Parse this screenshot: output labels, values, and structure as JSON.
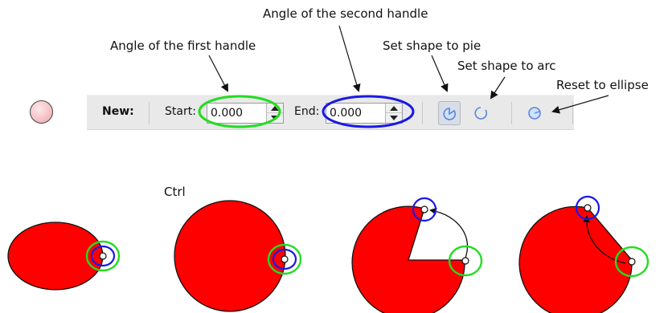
{
  "annotations": {
    "second_handle": "Angle of the second handle",
    "first_handle": "Angle of the first handle",
    "pie": "Set shape to pie",
    "arc": "Set shape to arc",
    "reset": "Reset to ellipse",
    "ctrl": "Ctrl"
  },
  "toolbar": {
    "new_label": "New:",
    "start_label": "Start:",
    "start_value": "0.000",
    "end_label": "End:",
    "end_value": "0.000",
    "buttons": [
      {
        "name": "pie-button",
        "icon": "pie-shape-icon",
        "active": true
      },
      {
        "name": "arc-button",
        "icon": "arc-shape-icon",
        "active": false
      },
      {
        "name": "reset-ellipse-button",
        "icon": "whole-ellipse-icon",
        "active": false
      }
    ]
  },
  "colors": {
    "shape_fill": "#ff0000",
    "first_handle_ring": "#22dd22",
    "second_handle_ring": "#1a1ae6",
    "toolbar_bg": "#e9e9e9",
    "swatch": "#f3b9bd",
    "icon_blue": "#5a86d8"
  }
}
